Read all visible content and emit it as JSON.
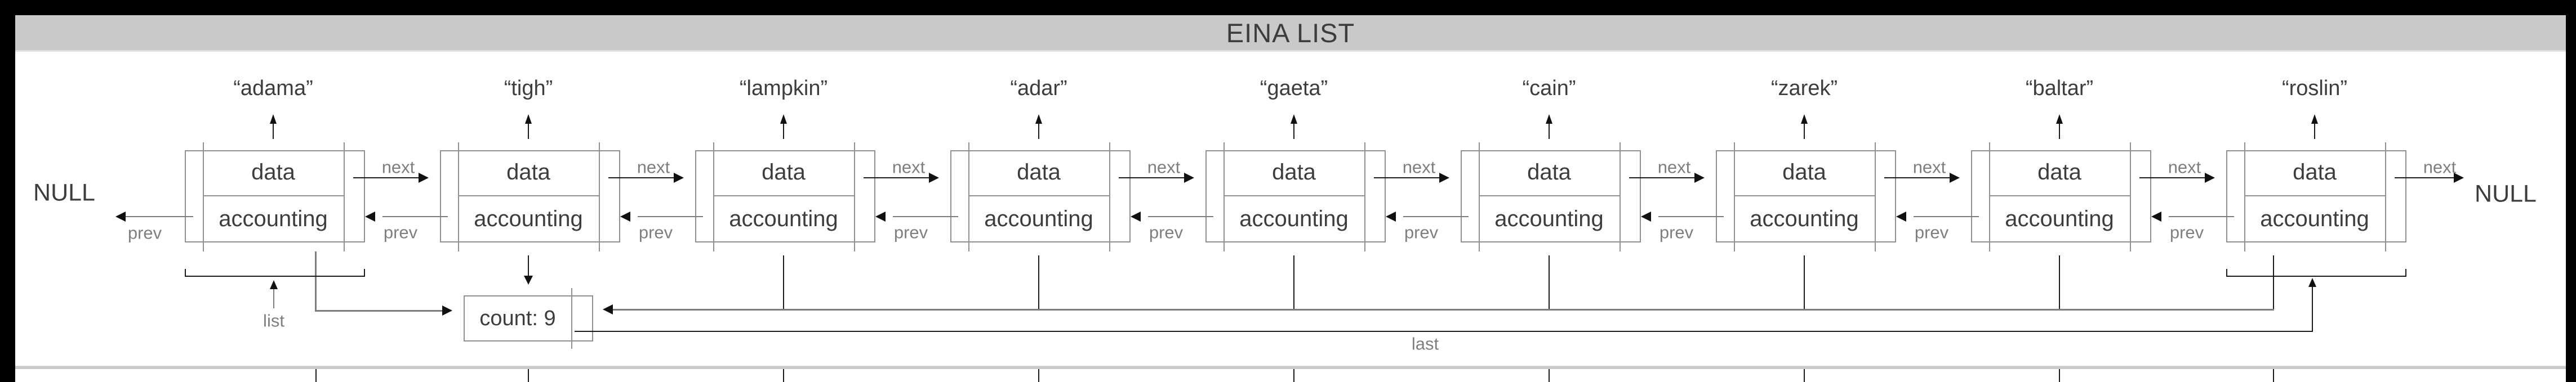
{
  "title_bar": {
    "title": "EINA LIST"
  },
  "endpoints": {
    "null_left": "NULL",
    "null_right": "NULL"
  },
  "list_nodes": [
    {
      "name": "“adama”",
      "data_label": "data",
      "accounting_label": "accounting"
    },
    {
      "name": "“tigh”",
      "data_label": "data",
      "accounting_label": "accounting"
    },
    {
      "name": "“lampkin”",
      "data_label": "data",
      "accounting_label": "accounting"
    },
    {
      "name": "“adar”",
      "data_label": "data",
      "accounting_label": "accounting"
    },
    {
      "name": "“gaeta”",
      "data_label": "data",
      "accounting_label": "accounting"
    },
    {
      "name": "“cain”",
      "data_label": "data",
      "accounting_label": "accounting"
    },
    {
      "name": "“zarek”",
      "data_label": "data",
      "accounting_label": "accounting"
    },
    {
      "name": "“baltar”",
      "data_label": "data",
      "accounting_label": "accounting"
    },
    {
      "name": "“roslin”",
      "data_label": "data",
      "accounting_label": "accounting"
    }
  ],
  "arrow_labels": {
    "next": "next",
    "prev": "prev"
  },
  "pointer_labels": {
    "list": "list",
    "last": "last"
  },
  "count_box": {
    "label": "count: 9"
  },
  "colors": {
    "frame": "#000000",
    "title_bar_bg": "#c9c9c9",
    "box_border": "#909090",
    "gray_line": "#7d7d7d",
    "black_line": "#1a1a1a",
    "text_dark": "#3d3d3d",
    "text_gray": "#7f7f7f",
    "background": "#ffffff"
  }
}
